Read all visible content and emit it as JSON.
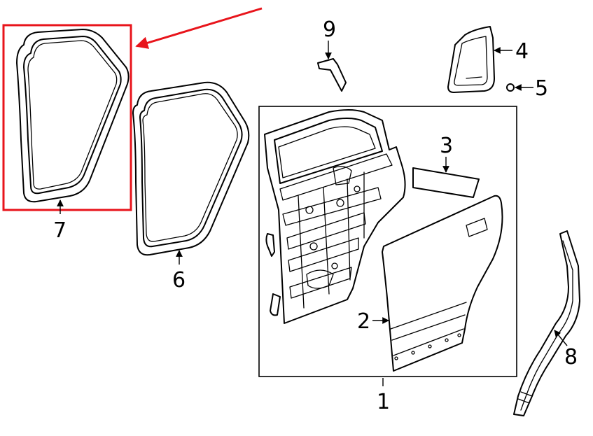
{
  "callouts": {
    "c1": "1",
    "c2": "2",
    "c3": "3",
    "c4": "4",
    "c5": "5",
    "c6": "6",
    "c7": "7",
    "c8": "8",
    "c9": "9"
  },
  "highlight": {
    "color": "#e8141b",
    "target_callout": "7"
  }
}
